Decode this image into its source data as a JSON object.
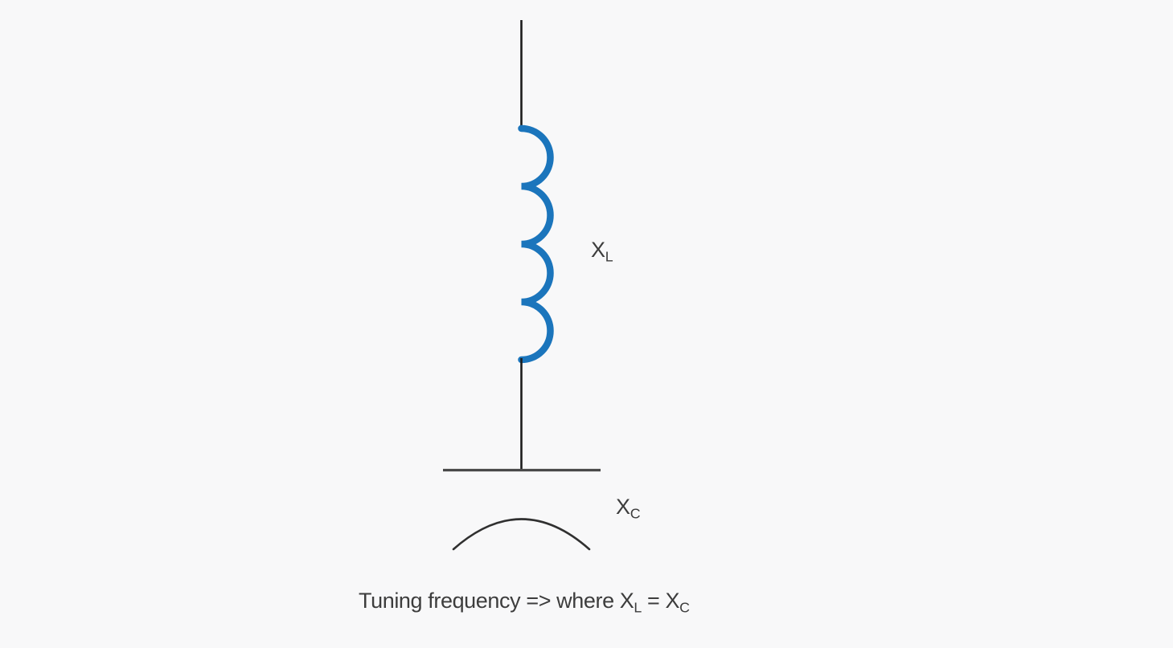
{
  "diagram": {
    "inductor_label": {
      "base": "X",
      "sub": "L"
    },
    "capacitor_label": {
      "base": "X",
      "sub": "C"
    },
    "caption": {
      "part1": "Tuning frequency => where X",
      "sub1": "L",
      "part2": " = X",
      "sub2": "C"
    }
  },
  "colors": {
    "background": "#f8f8f9",
    "wire": "#1c1c1c",
    "inductor": "#1b75bc",
    "capacitor_flat_plate": "#4a4a4a",
    "capacitor_curved_plate": "#303030",
    "text": "#3d3d3d"
  }
}
